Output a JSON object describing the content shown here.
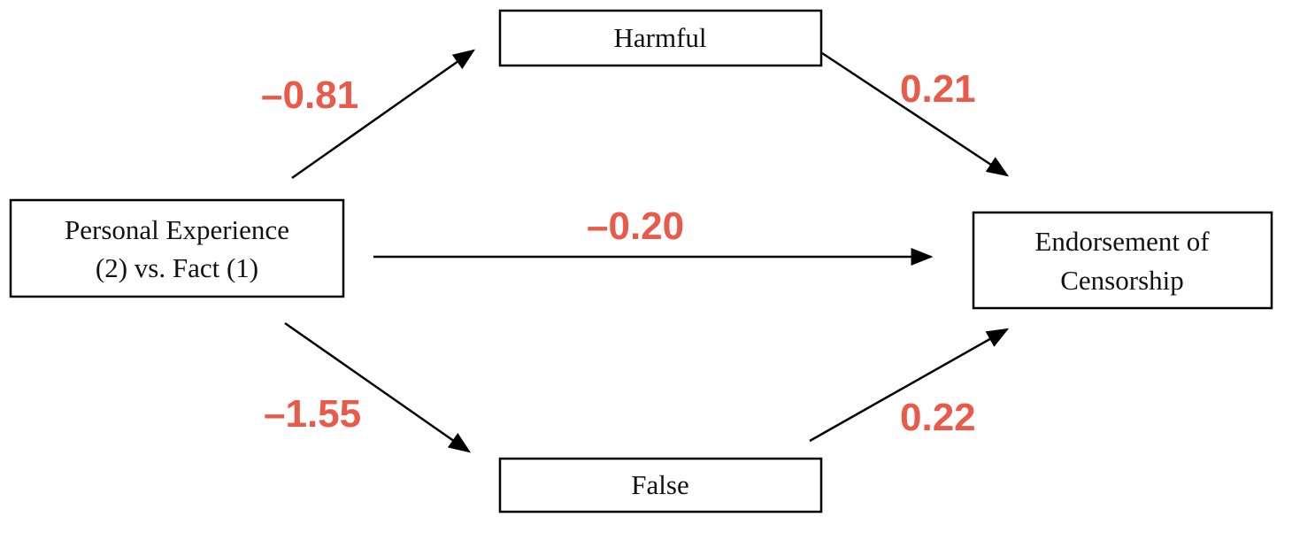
{
  "nodes": {
    "predictor": {
      "line1": "Personal Experience",
      "line2": "(2) vs. Fact (1)"
    },
    "mediator_harmful": {
      "label": "Harmful"
    },
    "mediator_false": {
      "label": "False"
    },
    "outcome": {
      "line1": "Endorsement of",
      "line2": "Censorship"
    }
  },
  "paths": {
    "predictor_to_harmful": "–0.81",
    "harmful_to_outcome": "0.21",
    "direct": "–0.20",
    "predictor_to_false": "–1.55",
    "false_to_outcome": "0.22"
  },
  "colors": {
    "coefficient": "#e85a4a",
    "stroke": "#000000"
  }
}
